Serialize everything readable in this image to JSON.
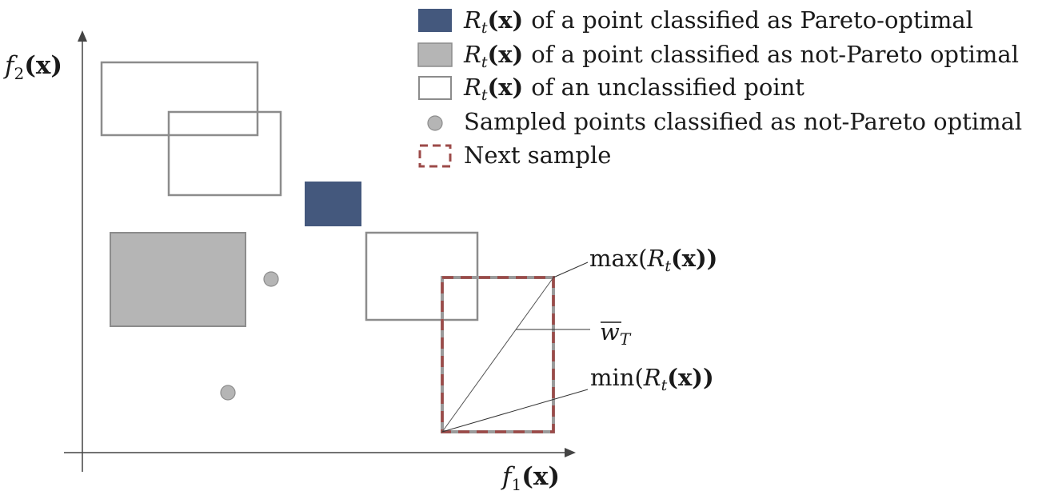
{
  "axes": {
    "x_label_main": "f",
    "x_label_sub": "1",
    "y_label_main": "f",
    "y_label_sub": "2",
    "arg": "(x)"
  },
  "legend": [
    {
      "symbol": "R",
      "sub": "t",
      "arg": "(x)",
      "text": "of a point classified as Pareto-optimal"
    },
    {
      "symbol": "R",
      "sub": "t",
      "arg": "(x)",
      "text": "of a point classified as not-Pareto optimal"
    },
    {
      "symbol": "R",
      "sub": "t",
      "arg": "(x)",
      "text": "of an unclassified point"
    },
    {
      "text": "Sampled points classified as not-Pareto optimal"
    },
    {
      "text": "Next sample"
    }
  ],
  "annotations": {
    "max": {
      "pre": "max(",
      "R": "R",
      "sub": "t",
      "arg": "(x))"
    },
    "wbar": {
      "main": "w",
      "sub": "T"
    },
    "min": {
      "pre": "min(",
      "R": "R",
      "sub": "t",
      "arg": "(x))"
    }
  },
  "colors": {
    "pareto": "#44587d",
    "not_pareto": "#b5b5b5",
    "outline": "#8c8c8c",
    "point": "#b5b5b5",
    "next_sample": "#9c4a48",
    "axis": "#444444"
  }
}
